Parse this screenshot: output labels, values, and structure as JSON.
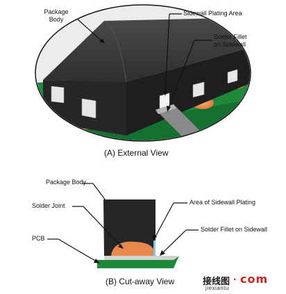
{
  "figure_a": {
    "caption": "(A) External View",
    "labels": {
      "package_body": [
        "Package",
        "Body"
      ],
      "sidewall_plating_area": "Sidewall Plating Area",
      "solder_fillet": [
        "Solder Fillet",
        "on Sidewall"
      ]
    }
  },
  "figure_b": {
    "caption": "(B) Cut-away View",
    "labels": {
      "package_body": "Package Body",
      "solder_joint": "Solder Joint",
      "area_of_sidewall_plating": "Area of Sidewall Plating",
      "solder_fillet_on_sidewall": "Solder Fillet on Sidewall",
      "pcb": "PCB"
    }
  },
  "watermark": {
    "cn": "接线图",
    "dot": ".",
    "com": "com",
    "site": "jiexiantu"
  },
  "colors": {
    "package": "#262626",
    "package_top": "#3e3e3e",
    "pcb_green": "#1d8a3a",
    "solder": "#e8884a",
    "pad_silver": "#d4d4d4",
    "plating_blue": "#7fc6ea",
    "watermark_red": "#d21f1f"
  }
}
